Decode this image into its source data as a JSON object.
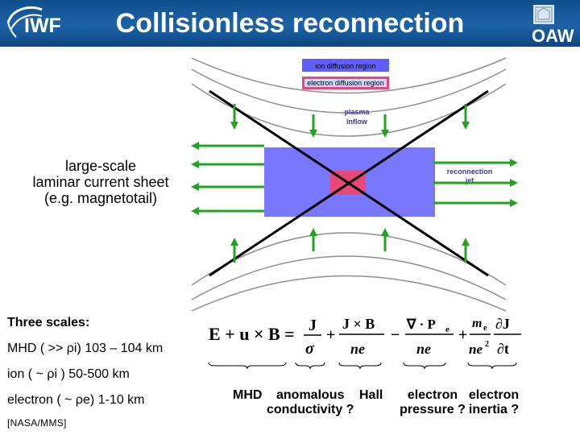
{
  "header": {
    "title": "Collisionless reconnection",
    "logo_left": "IWF",
    "logo_right": "OAW",
    "background_color": "#1a5b9c"
  },
  "diagram": {
    "legend": {
      "ion_region": "ion diffusion region",
      "electron_region": "electron diffusion region",
      "ion_color": "#5f5fff",
      "electron_color": "#e8477a"
    },
    "labels": {
      "inflow": [
        "plasma",
        "inflow"
      ],
      "jet": [
        "reconnection",
        "jet"
      ]
    },
    "arrow_color": "#22a322"
  },
  "sheet_label": {
    "line1": "large-scale",
    "line2": "laminar current sheet",
    "line3": "(e.g. magnetotail)"
  },
  "scales": {
    "heading": "Three scales:",
    "mhd": "MHD ( >> ρi) 103 – 104 km",
    "ion": "ion ( ~ ρi ) 50-500 km",
    "electron": "electron ( ~ ρe) 1-10 km"
  },
  "citation": "[NASA/MMS]",
  "equation": {
    "terms": {
      "mhd": "MHD",
      "anomalous": [
        "anomalous",
        "conductivity ?"
      ],
      "hall": "Hall",
      "pressure": [
        "electron",
        "pressure ?"
      ],
      "inertia": [
        "electron",
        "inertia ?"
      ]
    }
  }
}
